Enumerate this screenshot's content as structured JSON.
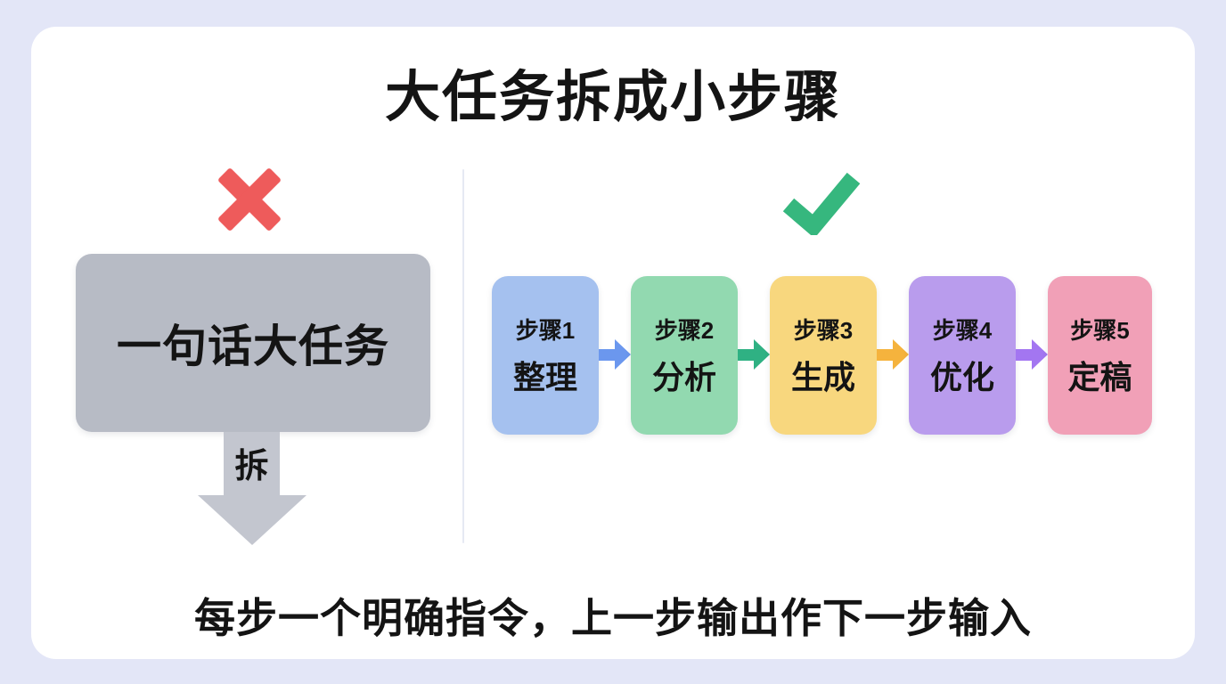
{
  "page": {
    "title": "大任务拆成小步骤",
    "caption": "每步一个明确指令，上一步输出作下一步输入"
  },
  "colors": {
    "background": "#e3e6f7",
    "card": "#ffffff",
    "divider": "#e6e9f3",
    "text": "#141414"
  },
  "wrong_side": {
    "icon": "x-mark-icon",
    "icon_color": "#ee5b5b",
    "box_label": "一句话大任务",
    "box_color": "#b7bbc5",
    "arrow_label": "拆",
    "arrow_color": "#c3c6cf"
  },
  "right_side": {
    "icon": "check-mark-icon",
    "icon_color": "#36b77e",
    "steps": [
      {
        "step": "步骤1",
        "label": "整理",
        "color": "#a5c1ef",
        "arrow_color": "#6b97ee"
      },
      {
        "step": "步骤2",
        "label": "分析",
        "color": "#92d9b0",
        "arrow_color": "#2fb183"
      },
      {
        "step": "步骤3",
        "label": "生成",
        "color": "#f8d77e",
        "arrow_color": "#f5b33d"
      },
      {
        "step": "步骤4",
        "label": "优化",
        "color": "#b99ced",
        "arrow_color": "#a376f1"
      },
      {
        "step": "步骤5",
        "label": "定稿",
        "color": "#f1a0b7",
        "arrow_color": ""
      }
    ]
  }
}
